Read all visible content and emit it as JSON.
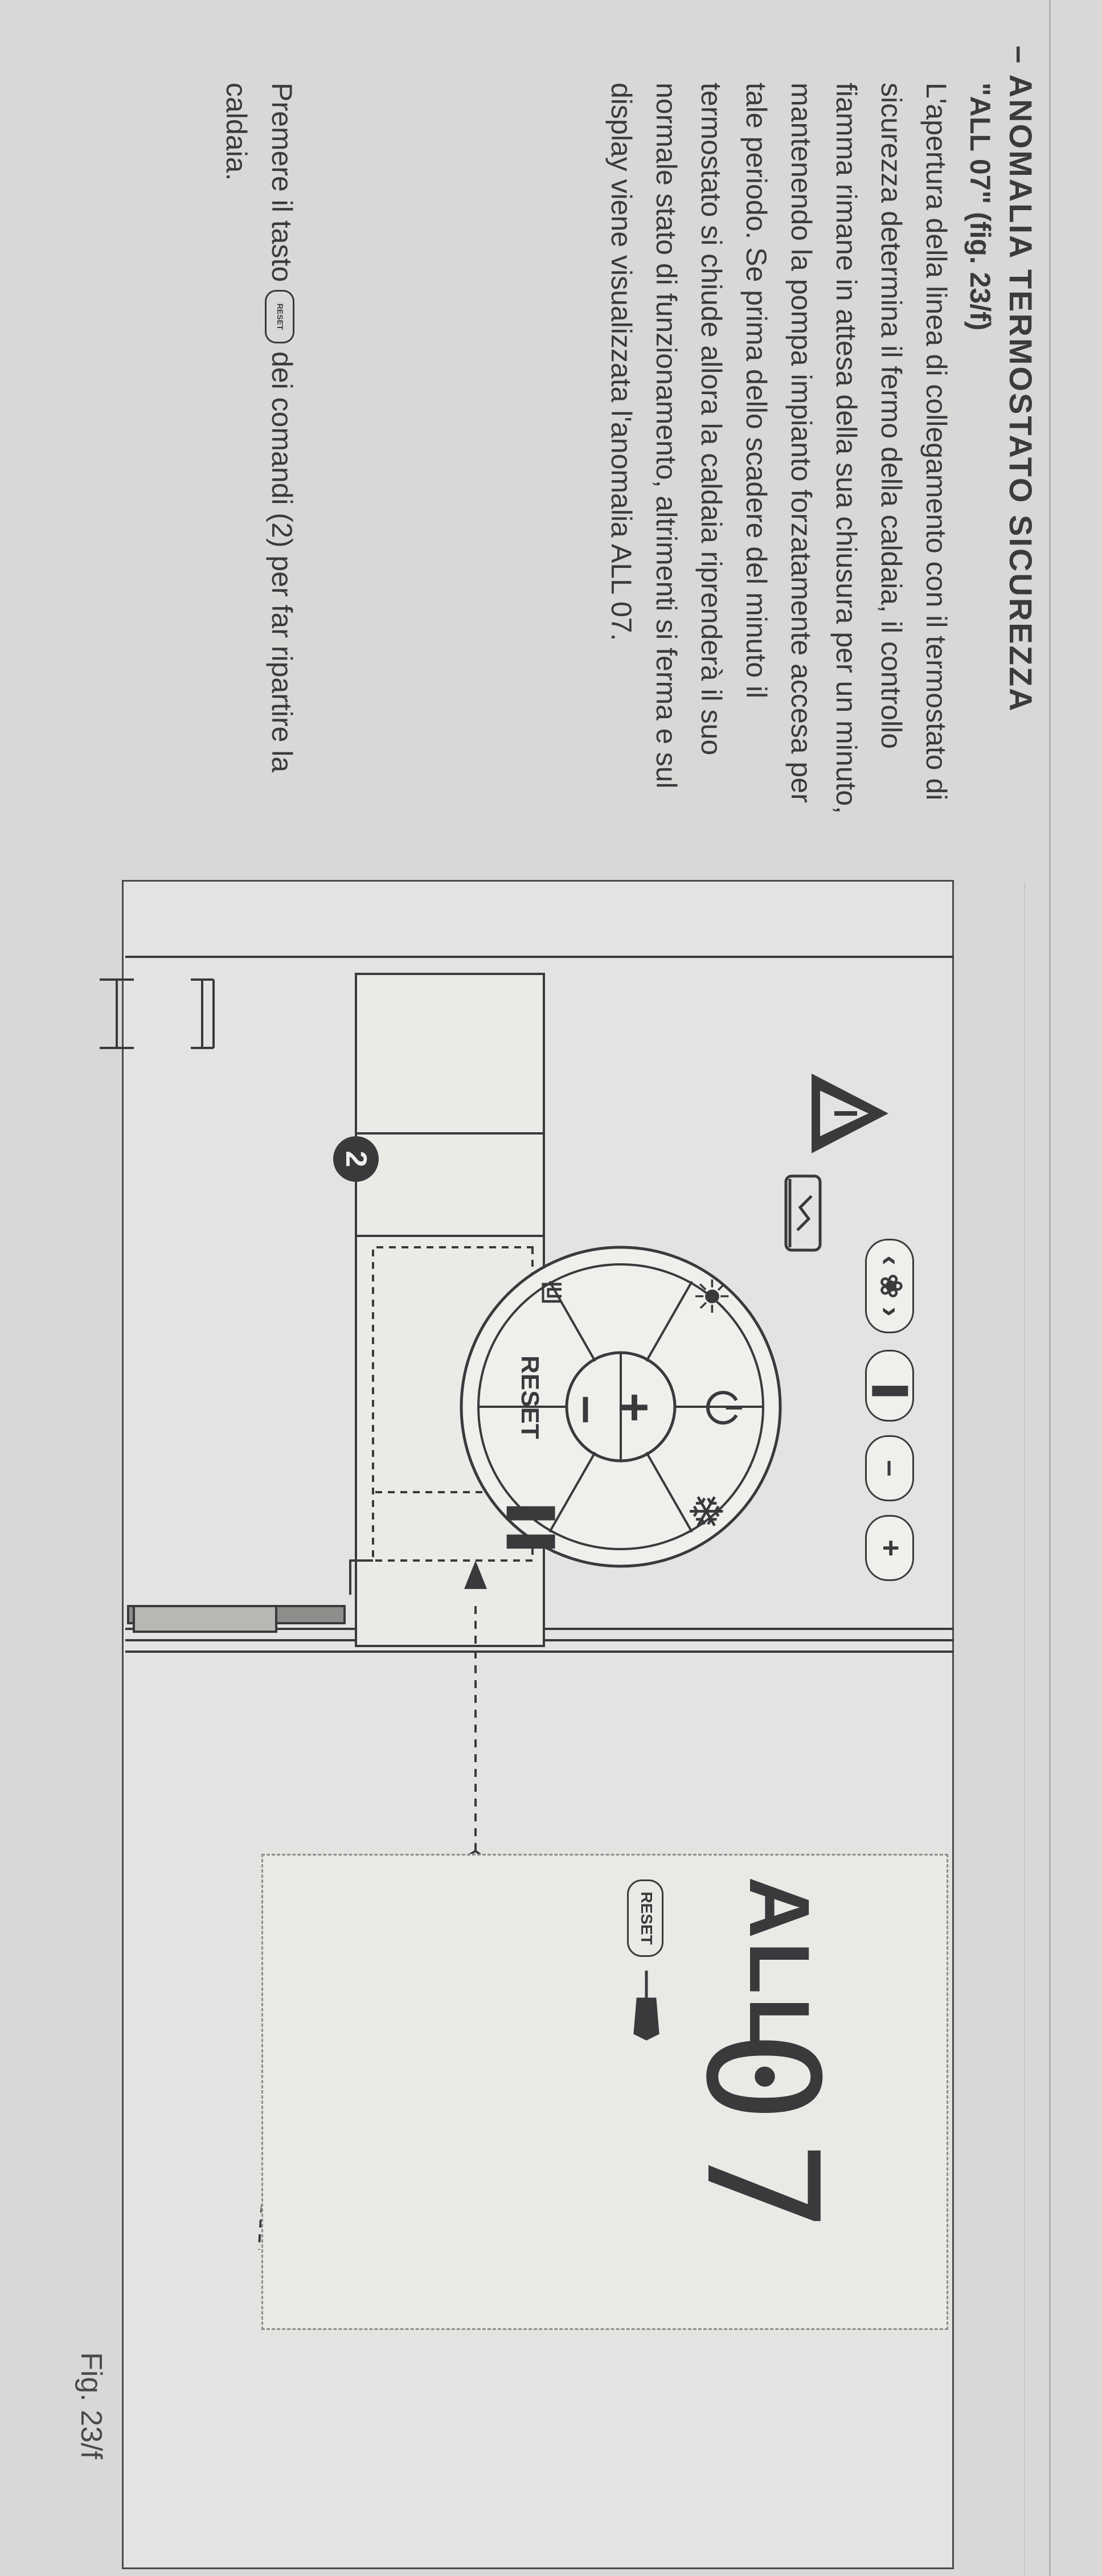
{
  "heading": "– ANOMALIA TERMOSTATO SICUREZZA",
  "subheading": "\"ALL 07\" (fig. 23/f)",
  "paragraph1": "L'apertura della linea di collegamento con il termostato di sicurezza determina il fermo della caldaia, il controllo fiamma rimane in attesa della sua chiusura per un minuto, mantenendo la pompa impianto forzatamente accesa per tale periodo. Se prima dello scadere del minuto il termostato si chiude allora la caldaia riprenderà il suo normale stato di funzionamento, altrimenti si ferma e sul display viene visualizzata l'anomalia ALL 07.",
  "paragraph2_before": "Premere il tasto",
  "paragraph2_after": "dei comandi (2) per far ripartire la caldaia.",
  "inline_key_label": "RESET",
  "figure": {
    "caption": "Fig. 23/f",
    "callout_number": "2",
    "panel_buttons": {
      "minus": "–",
      "plus": "+"
    },
    "knob": {
      "plus": "+",
      "minus": "–",
      "reset": "RESET"
    },
    "display": {
      "all": "ALL",
      "code": "07",
      "reset_key": "RESET"
    }
  },
  "icons": {
    "warning": "warning-triangle-icon",
    "fuse": "fuse-icon",
    "sun": "sun-icon",
    "power": "power-icon",
    "snowflake": "snowflake-icon",
    "tap": "tap-icon",
    "radiator": "radiator-icon",
    "hand": "hand-pointer-icon",
    "arrow": "arrow-icon"
  }
}
